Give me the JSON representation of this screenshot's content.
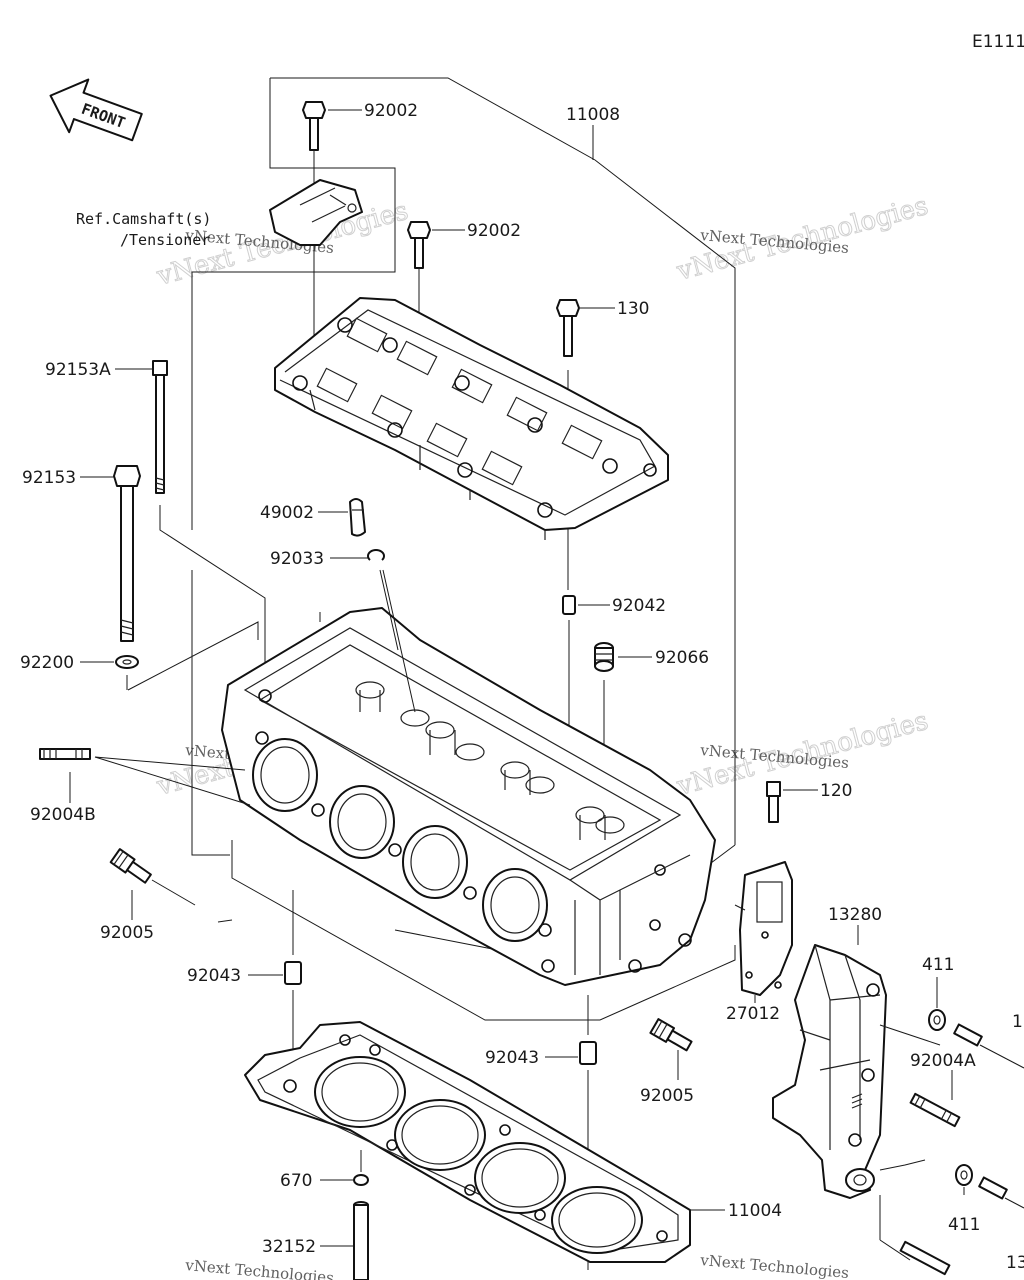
{
  "diagram_id": "E1111",
  "front_label": "FRONT",
  "ref_note_line1": "Ref.Camshaft(s)",
  "ref_note_line2": "/Tensioner",
  "part_labels": {
    "bolt_top_a": "92002",
    "cylinder_head_assy": "11008",
    "bolt_top_b": "92002",
    "bolt_130": "130",
    "bolt_92153a": "92153A",
    "bolt_92153": "92153",
    "valve_49002": "49002",
    "circlip_92033": "92033",
    "dowel_92042": "92042",
    "plug_92066": "92066",
    "washer_92200": "92200",
    "stud_92004b": "92004B",
    "bolt_120": "120",
    "fitting_92005_left": "92005",
    "bracket_13280": "13280",
    "washer_411_top": "411",
    "dowel_92043_left": "92043",
    "plate_27012": "27012",
    "stud_92004a": "92004A",
    "dowel_92043_right": "92043",
    "fitting_92005_right": "92005",
    "oring_670": "670",
    "gasket_11004": "11004",
    "washer_411_bottom": "411",
    "pipe_32152": "32152",
    "cut_right_1": "1",
    "cut_right_13": "13"
  },
  "watermark": {
    "line1": "vNext Technologies",
    "line2": "vNext Technologies"
  }
}
